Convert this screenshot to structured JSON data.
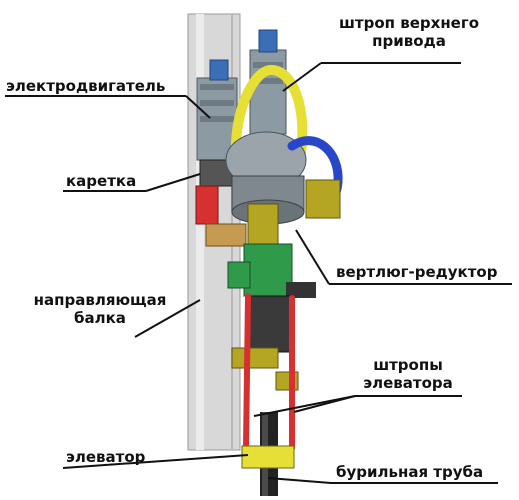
{
  "labels": {
    "top_drive_link_1": "штроп верхнего",
    "top_drive_link_2": "привода",
    "motor": "электродвигатель",
    "carriage": "каретка",
    "swivel_gearbox": "вертлюг-редуктор",
    "guide_beam_1": "направляющая",
    "guide_beam_2": "балка",
    "elevator_links_1": "штропы",
    "elevator_links_2": "элеватора",
    "elevator": "элеватор",
    "drill_pipe": "бурильная труба"
  },
  "colors": {
    "beam": "#d8d8d8",
    "motor": "#8c9aa3",
    "motor_cap": "#3a6fb8",
    "link_yellow": "#e6df35",
    "hose_blue": "#2846c8",
    "block_olive": "#b4a622",
    "green": "#2f9a4a",
    "red": "#d63030",
    "dark": "#333333",
    "leader": "#111111"
  }
}
